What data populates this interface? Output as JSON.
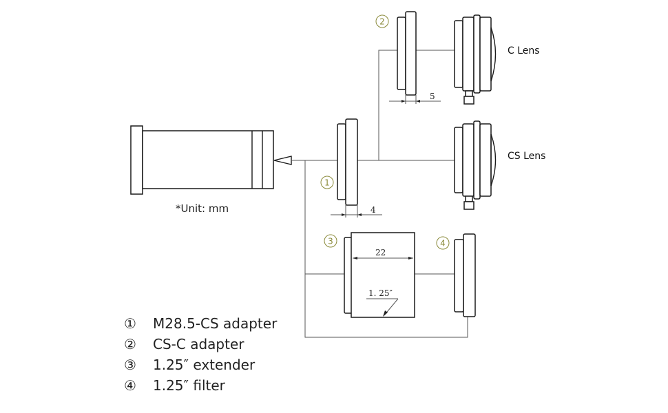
{
  "labels": {
    "c_lens": "C Lens",
    "cs_lens": "CS Lens",
    "unit": "*Unit: mm"
  },
  "dimensions": {
    "d5": "5",
    "d4": "4",
    "d22": "22",
    "d125": "1. 25″"
  },
  "markers": [
    "②",
    "①",
    "③",
    "④"
  ],
  "markers_text": [
    "2",
    "1",
    "3",
    "4"
  ],
  "legend": [
    {
      "num": "①",
      "text": "M28.5-CS adapter"
    },
    {
      "num": "②",
      "text": "CS-C adapter"
    },
    {
      "num": "③",
      "text": "1.25″ extender"
    },
    {
      "num": "④",
      "text": "1.25″ filter"
    }
  ]
}
